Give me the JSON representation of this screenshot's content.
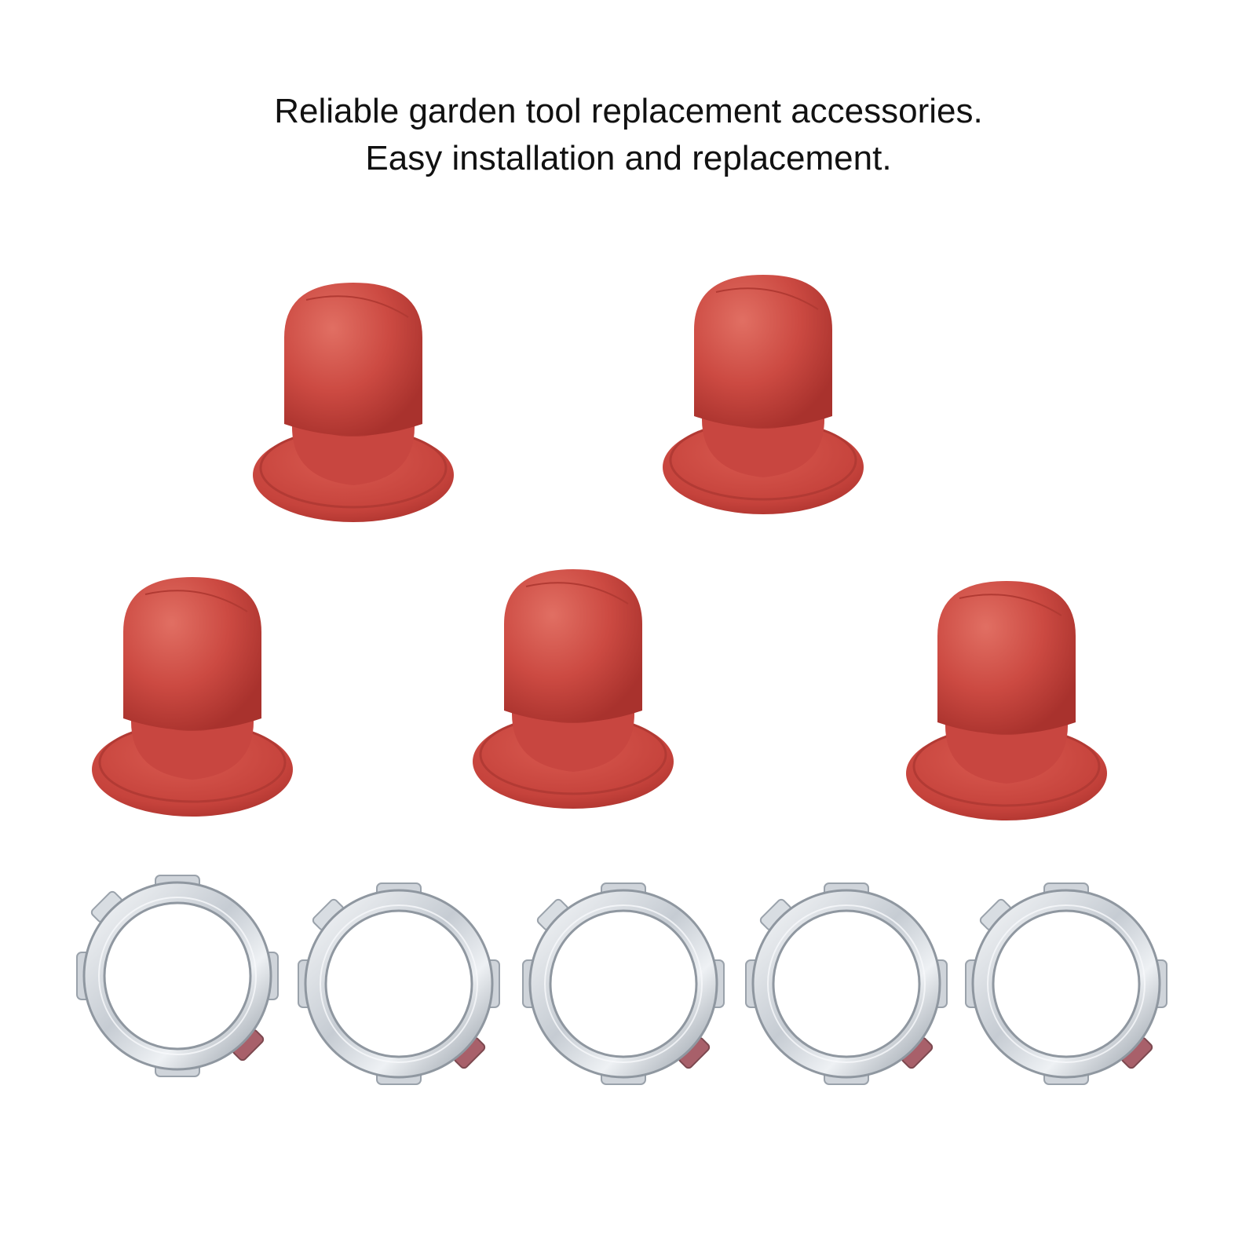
{
  "caption": {
    "line1": "Reliable garden tool replacement accessories.",
    "line2": "Easy installation and replacement."
  },
  "colors": {
    "background": "#ffffff",
    "bulb": "#c9463f",
    "bulb_highlight": "#df6a5f",
    "bulb_shadow": "#a9322d",
    "retainer": "#d9dde2",
    "retainer_edge": "#8f97a0"
  },
  "items": {
    "primer_bulbs": 5,
    "retainer_rings": 5
  }
}
